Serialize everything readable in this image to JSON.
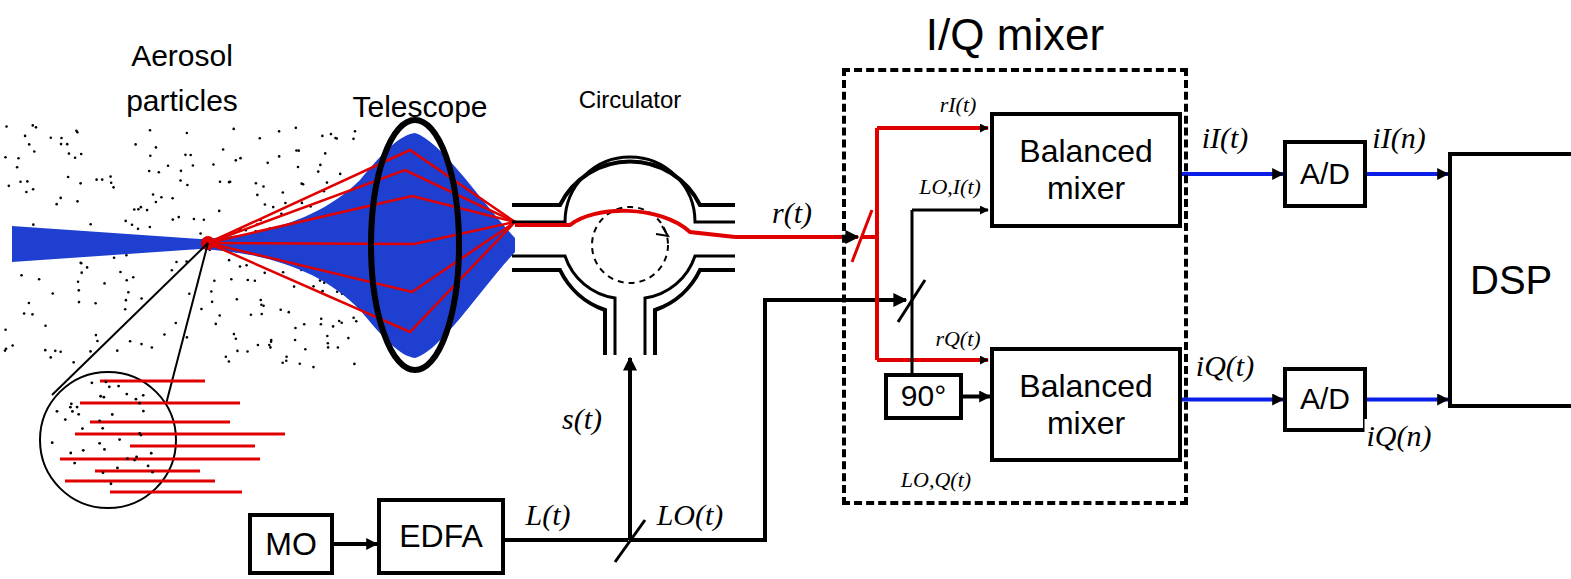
{
  "diagram": {
    "nodes": [
      {
        "text": [
          "I/Q mixer"
        ]
      },
      {
        "text": [
          "Balanced mixer"
        ],
        "in": 0
      },
      {
        "text": [
          "90°"
        ],
        "in": 0
      },
      {
        "text": [
          "Balanced mixer"
        ],
        "in": 0
      },
      {
        "text": [
          "A/D"
        ]
      },
      {
        "text": [
          "A/D"
        ]
      },
      {
        "text": [
          "DSP"
        ]
      },
      {
        "text": [
          "MO"
        ]
      },
      {
        "text": [
          "EDFA"
        ]
      }
    ],
    "edges": [
      {
        "from": 7,
        "to": 8,
        "arrow": "to"
      },
      {
        "from": 1,
        "to": 4,
        "label": "iI(t)",
        "arrow": "to"
      },
      {
        "from": 4,
        "to": 6,
        "label": "iI(n)",
        "arrow": "to"
      },
      {
        "from": 3,
        "to": 5,
        "label": "iQ(t)",
        "arrow": "to"
      },
      {
        "from": 5,
        "to": 6,
        "label": "iQ(n)",
        "arrow": "to"
      },
      {
        "from": 2,
        "to": 3,
        "label": "LO,Q(t)",
        "arrow": "to"
      }
    ],
    "labels": [
      "Aerosol particles",
      "Telescope",
      "Circulator",
      "r(t)",
      "s(t)",
      "L(t)",
      "LO(t)",
      "rI(t)",
      "LO,I(t)",
      "rQ(t)"
    ]
  }
}
